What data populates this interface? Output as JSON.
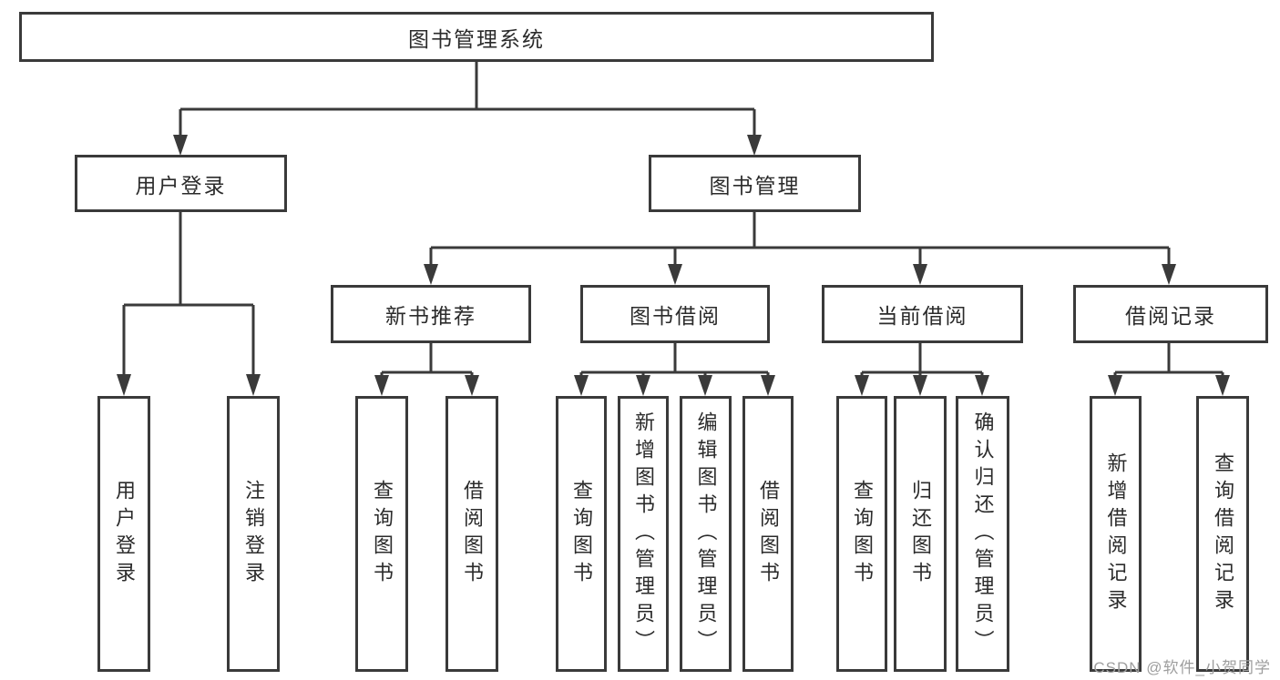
{
  "nodes": {
    "root": "图书管理系统",
    "user_login": "用户登录",
    "book_mgmt": "图书管理",
    "new_book": "新书推荐",
    "book_borrow": "图书借阅",
    "current_borrow": "当前借阅",
    "borrow_record": "借阅记录",
    "leaves": {
      "user_login": [
        "用户登录",
        "注销登录"
      ],
      "new_book": [
        "查询图书",
        "借阅图书"
      ],
      "book_borrow": [
        "查询图书",
        "新增图书（管理员）",
        "编辑图书（管理员）",
        "借阅图书"
      ],
      "current_borrow": [
        "查询图书",
        "归还图书",
        "确认归还（管理员）"
      ],
      "borrow_record": [
        "新增借阅记录",
        "查询借阅记录"
      ]
    }
  },
  "watermark": "CSDN @软件_小贺同学",
  "colors": {
    "line": "#3a3a3a",
    "text": "#2b2b2b",
    "watermark": "#9e9e9e",
    "background": "#ffffff"
  }
}
